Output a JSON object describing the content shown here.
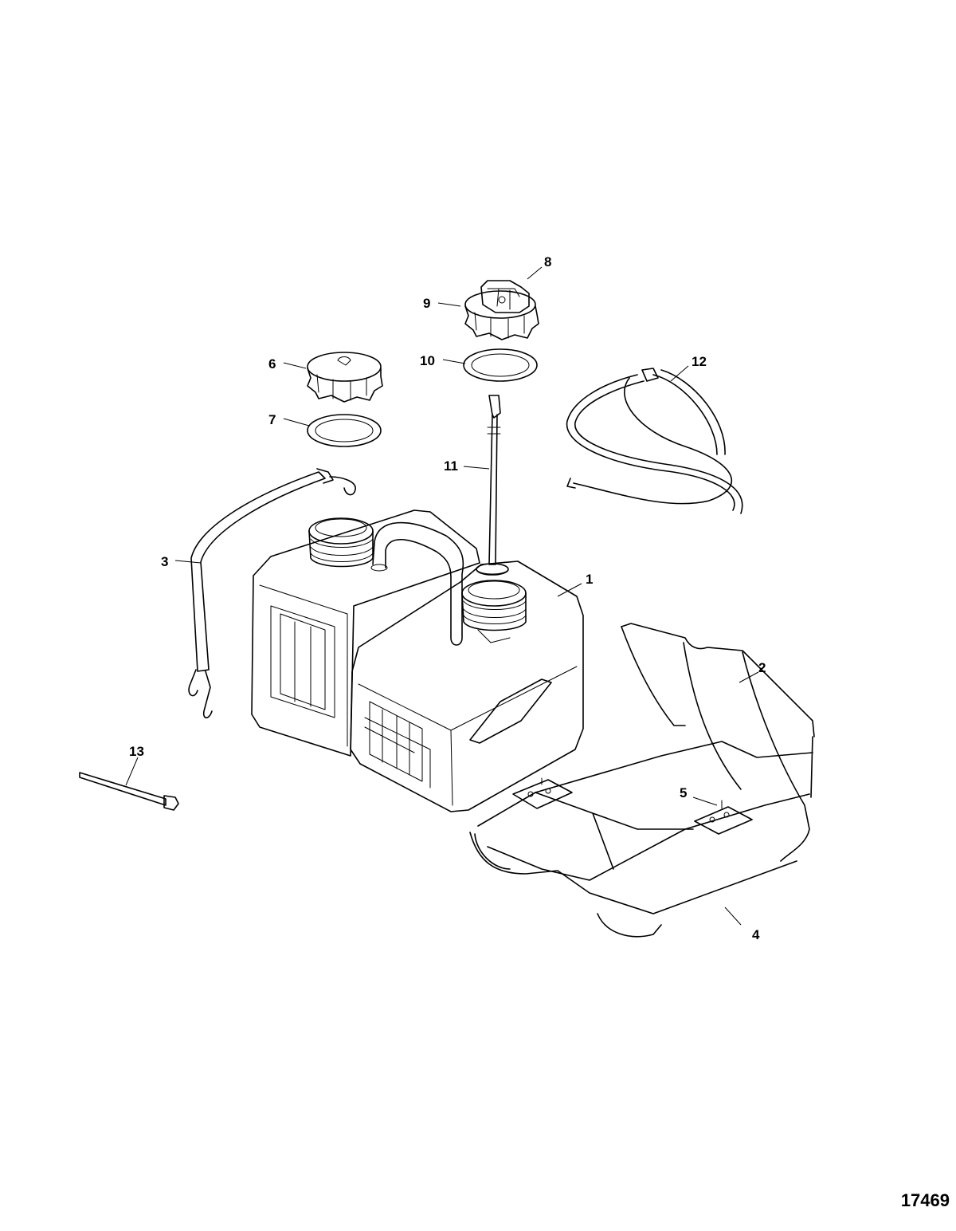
{
  "figure_id": "17469",
  "callouts": [
    {
      "id": "1",
      "label": "1"
    },
    {
      "id": "2",
      "label": "2"
    },
    {
      "id": "3",
      "label": "3"
    },
    {
      "id": "4",
      "label": "4"
    },
    {
      "id": "5",
      "label": "5"
    },
    {
      "id": "6",
      "label": "6"
    },
    {
      "id": "7",
      "label": "7"
    },
    {
      "id": "8",
      "label": "8"
    },
    {
      "id": "9",
      "label": "9"
    },
    {
      "id": "10",
      "label": "10"
    },
    {
      "id": "11",
      "label": "11"
    },
    {
      "id": "12",
      "label": "12"
    },
    {
      "id": "13",
      "label": "13"
    }
  ]
}
